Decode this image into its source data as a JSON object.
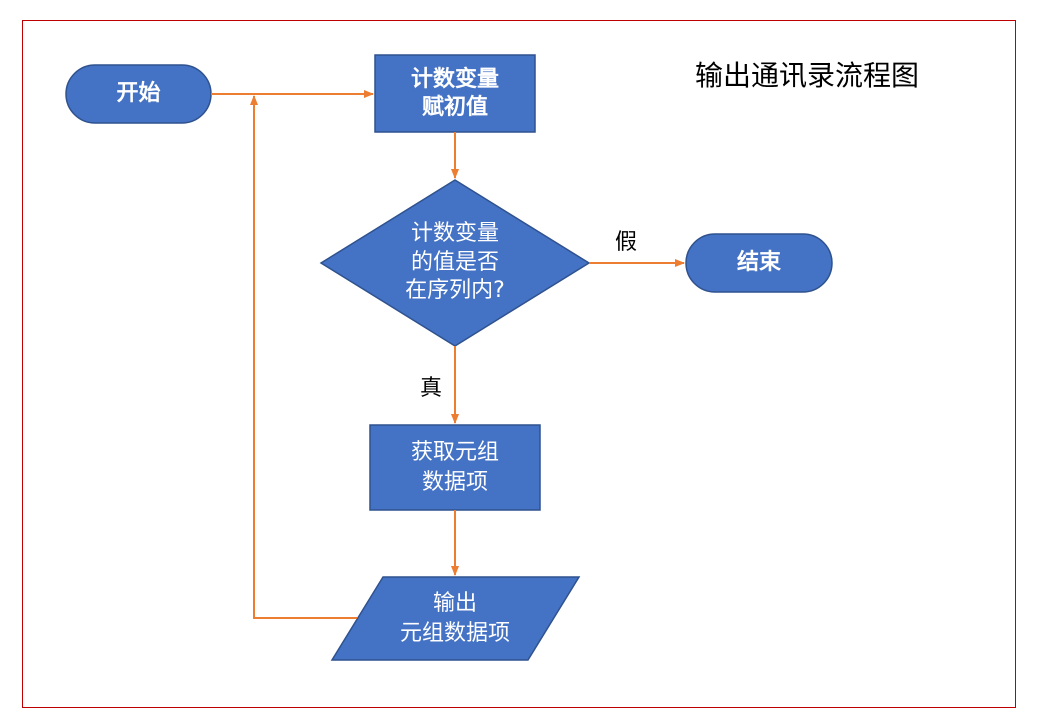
{
  "title": "输出通讯录流程图",
  "colors": {
    "node_fill": "#4472c4",
    "node_stroke": "#2f528f",
    "edge": "#ed7d31",
    "frame": "#c00000"
  },
  "nodes": {
    "start": {
      "label": "开始"
    },
    "init": {
      "line1": "计数变量",
      "line2": "赋初值"
    },
    "decision": {
      "line1": "计数变量",
      "line2": "的值是否",
      "line3": "在序列内?"
    },
    "end": {
      "label": "结束"
    },
    "fetch": {
      "line1": "获取元组",
      "line2": "数据项"
    },
    "output": {
      "line1": "输出",
      "line2": "元组数据项"
    }
  },
  "edge_labels": {
    "false": "假",
    "true": "真"
  }
}
